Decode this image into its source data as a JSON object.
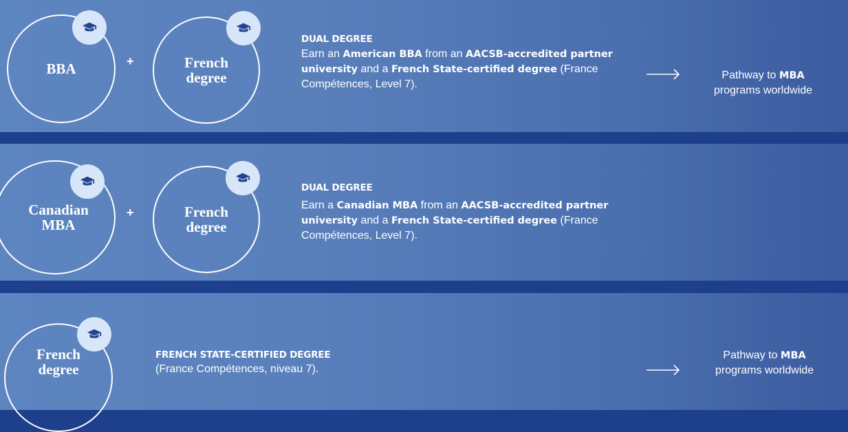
{
  "colors": {
    "background_dark": "#1d3f8c",
    "band_gradient_start": "#5d85c0",
    "band_gradient_end": "#3b5ca0",
    "badge_bg": "#d7e6f8",
    "icon_color": "#23458f",
    "text": "#ffffff"
  },
  "rows": [
    {
      "circles": [
        {
          "text": "BBA",
          "icon": "graduation-cap-icon"
        },
        {
          "text": "French\ndegree",
          "icon": "graduation-cap-icon"
        }
      ],
      "plus": "+",
      "heading": "DUAL DEGREE",
      "desc": {
        "p1": "Earn an ",
        "b1": "American BBA",
        "p2": " from an ",
        "b2": "AACSB-accredited partner university",
        "p3": " and a ",
        "b3": "French State-certified degree",
        "p4": " (France Compétences, Level 7)."
      },
      "arrow": "right-arrow-icon",
      "pathway": {
        "line1_prefix": "Pathway to ",
        "line1_bold": "MBA",
        "line2": "programs worldwide"
      }
    },
    {
      "circles": [
        {
          "text": "Canadian\nMBA",
          "icon": "graduation-cap-icon"
        },
        {
          "text": "French\ndegree",
          "icon": "graduation-cap-icon"
        }
      ],
      "plus": "+",
      "heading": "DUAL DEGREE",
      "desc": {
        "p1": "Earn a ",
        "b1": "Canadian MBA",
        "p2": " from an ",
        "b2": "AACSB-accredited partner university",
        "p3": " and a ",
        "b3": "French State-certified degree",
        "p4": " (France Compétences, Level 7)."
      }
    },
    {
      "circles": [
        {
          "text": "French\ndegree",
          "icon": "graduation-cap-icon"
        }
      ],
      "heading": "FRENCH STATE-CERTIFIED DEGREE",
      "desc_plain": "(France Compétences, niveau 7).",
      "arrow": "right-arrow-icon",
      "pathway": {
        "line1_prefix": "Pathway to ",
        "line1_bold": "MBA",
        "line2": "programs worldwide"
      }
    }
  ]
}
